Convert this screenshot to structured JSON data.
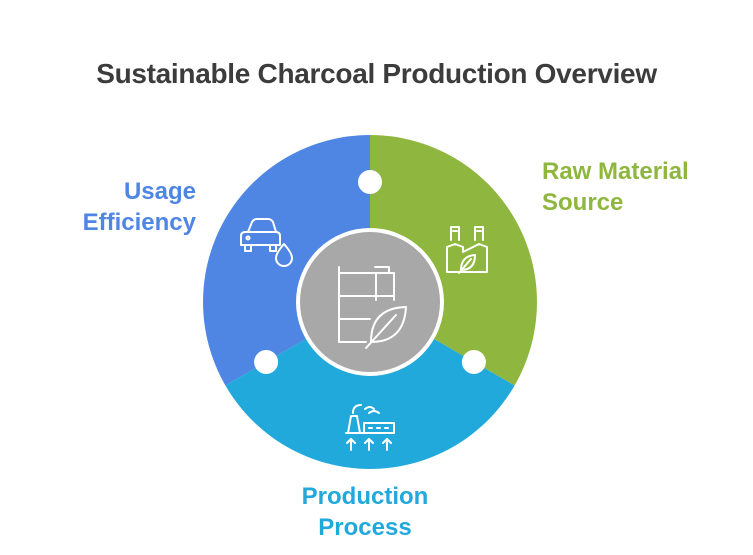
{
  "title": "Sustainable Charcoal Production Overview",
  "segments": [
    {
      "id": "usage",
      "lines": [
        "Usage",
        "Efficiency"
      ],
      "color": "#4f86e3",
      "icon": "car-fuel-drop-icon"
    },
    {
      "id": "raw",
      "lines": [
        "Raw Material",
        "Source"
      ],
      "color": "#8fb73f",
      "icon": "factory-leaf-icon"
    },
    {
      "id": "production",
      "lines": [
        "Production",
        "Process"
      ],
      "color": "#22a9db",
      "icon": "production-facility-icon"
    }
  ],
  "center": {
    "color": "#a8a8a8",
    "icon": "scaffold-leaf-icon"
  },
  "colors": {
    "title": "#3c3c3c",
    "usage_label": "#4f86e3",
    "raw_label": "#8fb73f",
    "production_label": "#22a9db",
    "icon_stroke": "#ffffff"
  }
}
